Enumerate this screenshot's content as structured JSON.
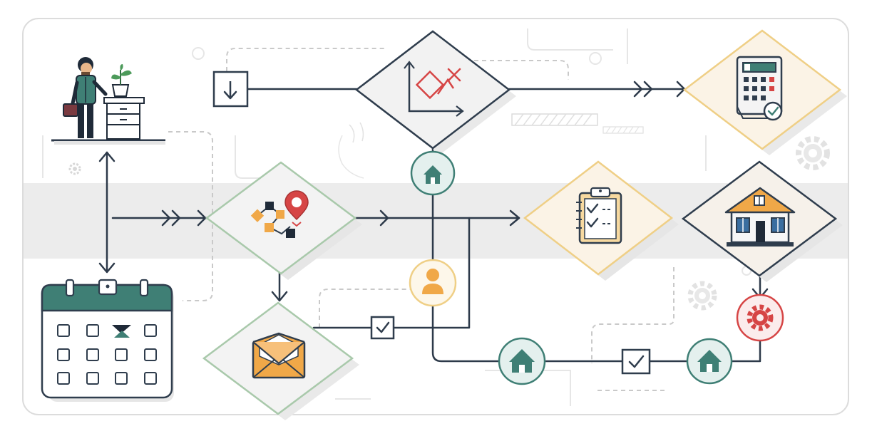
{
  "diagram": {
    "type": "workflow-flowchart",
    "colors": {
      "background": "#ffffff",
      "frame": "#dadada",
      "band": "#ececec",
      "connector": "#2d3a4a",
      "teal": "#3f7f75",
      "orange": "#f0a848",
      "red": "#d64545",
      "green_border": "#a9c9ab",
      "gold_border": "#efcf86",
      "slate_border": "#2f3d4d"
    },
    "nodes": [
      {
        "id": "person",
        "icon": "person-at-desk-icon"
      },
      {
        "id": "calendar",
        "icon": "calendar-icon"
      },
      {
        "id": "download",
        "icon": "download-arrow-icon"
      },
      {
        "id": "chart",
        "icon": "line-chart-icon"
      },
      {
        "id": "calculator",
        "icon": "calculator-icon"
      },
      {
        "id": "route",
        "icon": "route-map-pin-icon"
      },
      {
        "id": "checklist",
        "icon": "clipboard-checklist-icon"
      },
      {
        "id": "house",
        "icon": "house-icon"
      },
      {
        "id": "email",
        "icon": "envelope-icon"
      },
      {
        "id": "home-circle-top",
        "icon": "home-icon"
      },
      {
        "id": "user-circle",
        "icon": "user-icon"
      },
      {
        "id": "home-circle-bottom-left",
        "icon": "home-icon"
      },
      {
        "id": "home-circle-bottom-right",
        "icon": "home-icon"
      },
      {
        "id": "gear-circle",
        "icon": "gear-icon"
      },
      {
        "id": "check-box-left",
        "icon": "checkmark-icon"
      },
      {
        "id": "check-box-right",
        "icon": "checkmark-icon"
      }
    ]
  }
}
